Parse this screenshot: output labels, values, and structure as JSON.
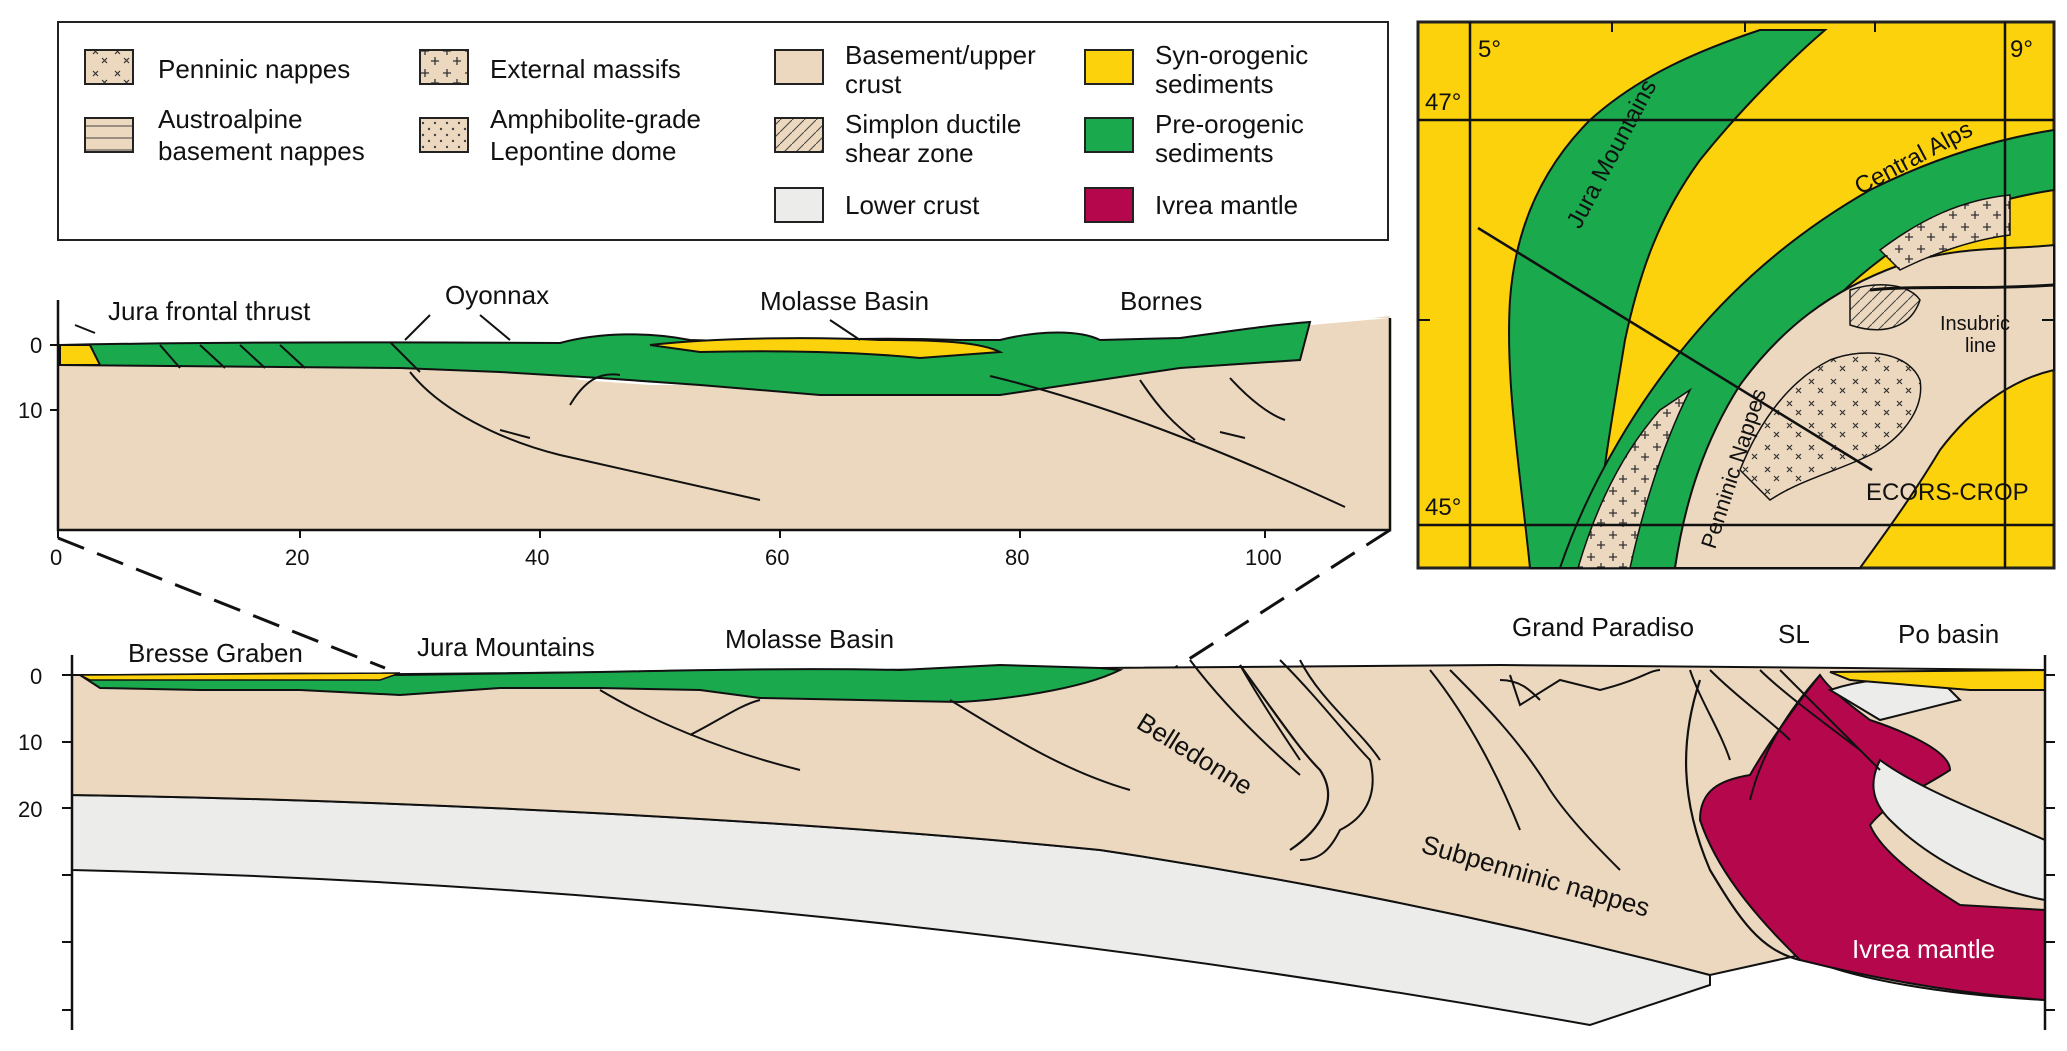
{
  "legend": {
    "items": [
      {
        "lines": [
          "Penninic nappes"
        ],
        "swatch": "penninic"
      },
      {
        "lines": [
          "Austroalpine",
          "basement nappes"
        ],
        "swatch": "austroalpine"
      },
      {
        "lines": [
          "External massifs"
        ],
        "swatch": "external"
      },
      {
        "lines": [
          "Amphibolite-grade",
          "Lepontine dome"
        ],
        "swatch": "lepontine"
      },
      {
        "lines": [
          "Basement/upper",
          "crust"
        ],
        "swatch": "basement"
      },
      {
        "lines": [
          "Simplon ductile",
          "shear zone"
        ],
        "swatch": "simplon"
      },
      {
        "lines": [
          "Lower crust"
        ],
        "swatch": "lowercrust"
      },
      {
        "lines": [
          "Syn-orogenic",
          "sediments"
        ],
        "swatch": "syn"
      },
      {
        "lines": [
          "Pre-orogenic",
          "sediments"
        ],
        "swatch": "pre"
      },
      {
        "lines": [
          "Ivrea mantle"
        ],
        "swatch": "ivrea"
      }
    ]
  },
  "colors": {
    "basement": "#ecd8bf",
    "lower_crust": "#ececea",
    "syn_orogenic": "#fcd20c",
    "pre_orogenic": "#1aa94d",
    "ivrea_mantle": "#b5074c",
    "line": "#111111"
  },
  "detail_section": {
    "labels": {
      "jura_frontal_thrust": "Jura frontal thrust",
      "oyonnax": "Oyonnax",
      "molasse_basin": "Molasse Basin",
      "bornes": "Bornes"
    },
    "depth_ticks": [
      "0",
      "10"
    ],
    "distance_ticks": [
      "0",
      "20",
      "40",
      "60",
      "80",
      "100"
    ]
  },
  "main_section": {
    "labels": {
      "bresse_graben": "Bresse Graben",
      "jura_mountains": "Jura Mountains",
      "molasse_basin": "Molasse Basin",
      "grand_paradiso": "Grand Paradiso",
      "sl": "SL",
      "po_basin": "Po basin",
      "belledonne": "Belledonne",
      "subpenninic_nappes": "Subpenninic nappes",
      "ivrea_mantle": "Ivrea mantle"
    },
    "depth_ticks": [
      "0",
      "10",
      "20"
    ]
  },
  "map": {
    "labels": {
      "jura_mountains": "Jura Mountains",
      "central_alps": "Central Alps",
      "insubric_line_1": "Insubric",
      "insubric_line_2": "line",
      "penninic_nappes": "Penninic Nappes",
      "ecors_crop": "ECORS-CROP"
    },
    "lon_labels": [
      "5°",
      "9°"
    ],
    "lat_labels": [
      "47°",
      "45°"
    ]
  }
}
